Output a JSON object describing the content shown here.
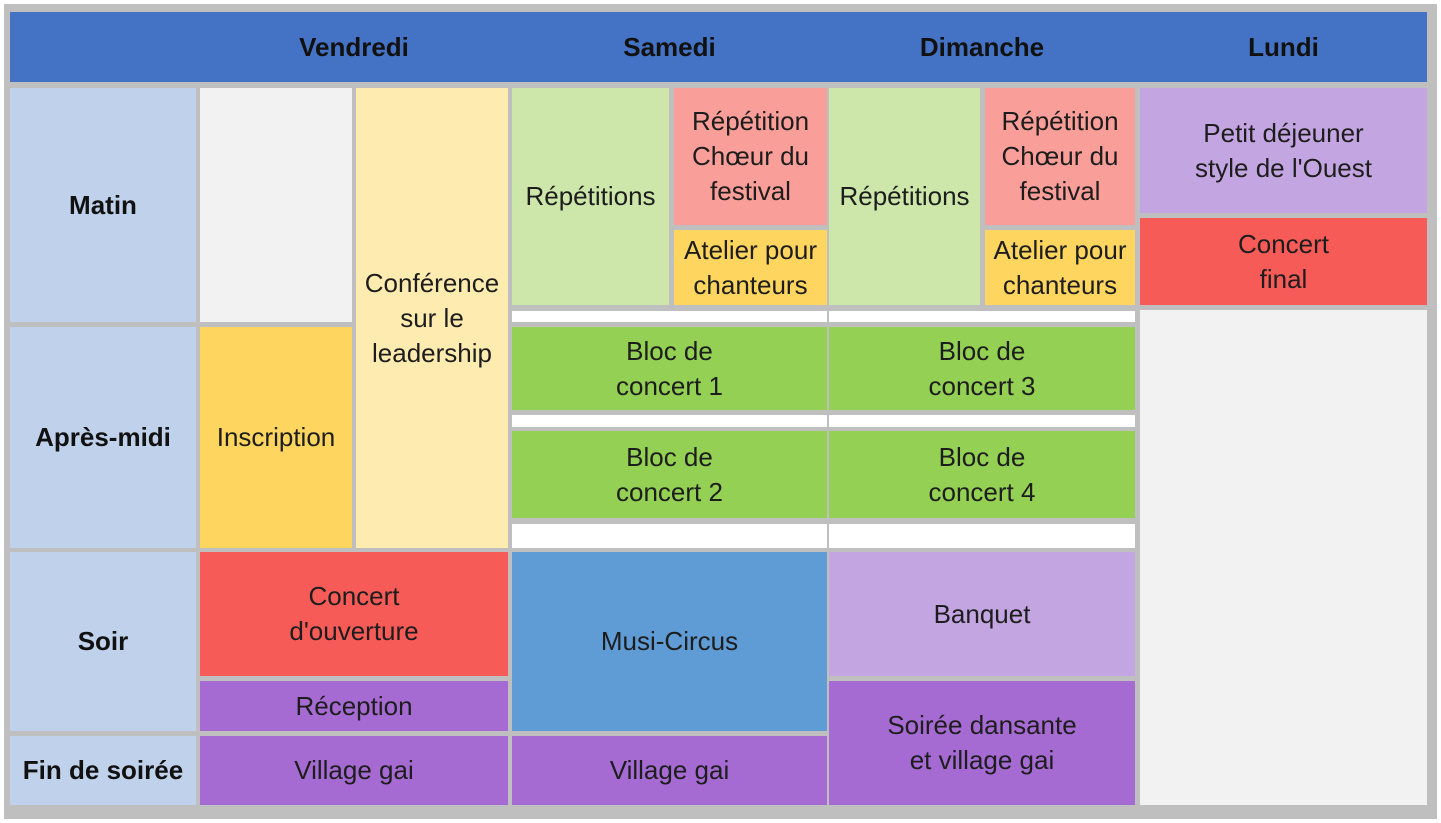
{
  "header": {
    "days": [
      "Vendredi",
      "Samedi",
      "Dimanche",
      "Lundi"
    ]
  },
  "rows": [
    "Matin",
    "Après-midi",
    "Soir",
    "Fin de soirée"
  ],
  "events": {
    "empty_vendredi_matin": "",
    "conference": "Conférence\nsur le\nleadership",
    "inscription": "Inscription",
    "concert_ouverture": "Concert\nd'ouverture",
    "reception": "Réception",
    "village_gai_vendredi": "Village gai",
    "repetitions_samedi": "Répétitions",
    "choeur_samedi": "Répétition\nChœur du\nfestival",
    "atelier_samedi": "Atelier pour\nchanteurs",
    "bloc1": "Bloc de\nconcert 1",
    "bloc2": "Bloc de\nconcert 2",
    "musi_circus": "Musi-Circus",
    "village_gai_samedi": "Village gai",
    "repetitions_dimanche": "Répétitions",
    "choeur_dimanche": "Répétition\nChœur du\nfestival",
    "atelier_dimanche": "Atelier pour\nchanteurs",
    "bloc3": "Bloc de\nconcert 3",
    "bloc4": "Bloc de\nconcert 4",
    "banquet": "Banquet",
    "soiree_dansante": "Soirée dansante\net village gai",
    "petit_dejeuner": "Petit déjeuner\nstyle de l'Ouest",
    "concert_final": "Concert\nfinal",
    "empty_lundi": ""
  },
  "palette": {
    "header_blue": "#4472C4",
    "row_label_blue": "#C0D2EB",
    "empty_grey": "#F2F2F2",
    "pale_yellow": "#FEEBAF",
    "gold": "#FED65F",
    "light_green": "#CDE7AA",
    "salmon": "#F99E99",
    "bright_green": "#93D053",
    "red": "#F75B57",
    "event_blue": "#5F9CD5",
    "purple": "#A66BD3",
    "light_purple": "#C3A6E1",
    "frame_grey": "#BFBFBF"
  }
}
